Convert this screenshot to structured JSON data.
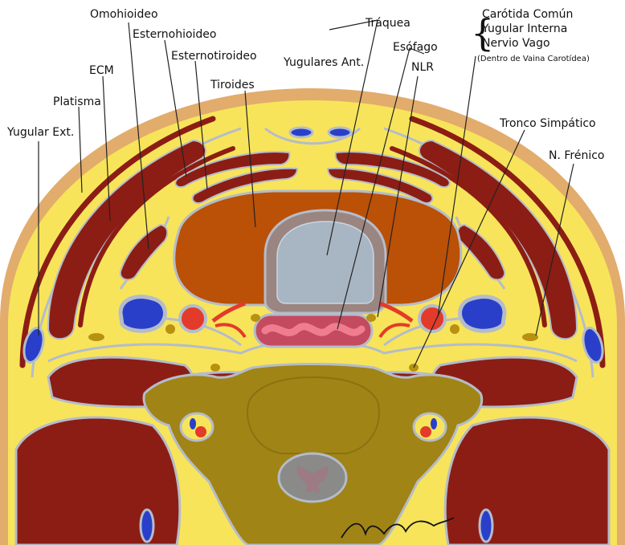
{
  "labels": {
    "omohioideo": "Omohioideo",
    "esternohioideo": "Esternohioideo",
    "esternotiroideo": "Esternotiroideo",
    "ecm": "ECM",
    "platisma": "Platisma",
    "yugular_ext": "Yugular Ext.",
    "tiroides": "Tiroides",
    "yugulares_ant": "Yugulares Ant.",
    "traquea": "Tráquea",
    "esofago": "Esófago",
    "nlr": "NLR",
    "carotida_comun": "Carótida Común",
    "yugular_interna": "Yugular Interna",
    "nervio_vago": "Nervio Vago",
    "vaina_carotidea": "(Dentro de Vaina Carotídea)",
    "tronco_simpatico": "Tronco Simpático",
    "n_frenico": "N. Frénico"
  },
  "signature": "Nucci",
  "colors": {
    "skin": "#e2ac6c",
    "fat": "#f7e45a",
    "fascia": "#b4bccb",
    "muscle": "#8c1d14",
    "thyroid": "#bb5007",
    "trachea_wall": "#9a8580",
    "trachea_lumen": "#a8b6c3",
    "esophagus": "#c44a60",
    "esophagus_mucosa": "#f07c90",
    "artery": "#e33b2a",
    "vein": "#2a3fc9",
    "nerve": "#b89012",
    "vertebra": "#a08416",
    "spinal_cord": "#8a8a88"
  }
}
